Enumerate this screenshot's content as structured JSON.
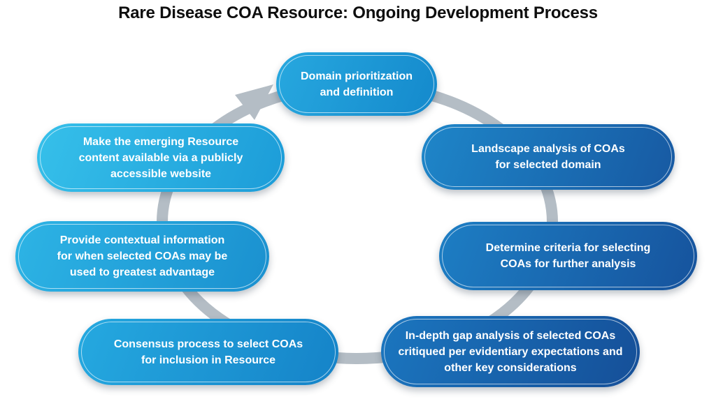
{
  "title": "Rare Disease COA Resource: Ongoing Development Process",
  "diagram": {
    "type": "cycle",
    "direction": "clockwise",
    "arrow_color": "#b4bdc5",
    "text_color": "#ffffff",
    "steps": [
      {
        "name": "domain-prioritization",
        "lines": [
          "Domain prioritization",
          "and definition"
        ],
        "gradient": [
          "#27a8df",
          "#1489cc"
        ]
      },
      {
        "name": "landscape-analysis",
        "lines": [
          "Landscape analysis of COAs",
          "for selected domain"
        ],
        "gradient": [
          "#1e86c9",
          "#1759a2"
        ]
      },
      {
        "name": "determine-criteria",
        "lines": [
          "Determine criteria for selecting",
          "COAs for further analysis"
        ],
        "gradient": [
          "#1d7ec4",
          "#16539d"
        ]
      },
      {
        "name": "gap-analysis",
        "lines": [
          "In-depth gap analysis of selected COAs",
          "critiqued per evidentiary expectations and",
          "other key considerations"
        ],
        "gradient": [
          "#1b76bf",
          "#154f98"
        ]
      },
      {
        "name": "consensus-process",
        "lines": [
          "Consensus process to select COAs",
          "for inclusion in Resource"
        ],
        "gradient": [
          "#25a9e0",
          "#1583c8"
        ]
      },
      {
        "name": "contextual-information",
        "lines": [
          "Provide contextual information",
          "for when selected COAs may be",
          "used to greatest advantage"
        ],
        "gradient": [
          "#2db4e5",
          "#1a90cf"
        ]
      },
      {
        "name": "publish-website",
        "lines": [
          "Make the emerging Resource",
          "content available via a publicly",
          "accessible website"
        ],
        "gradient": [
          "#36c0ea",
          "#1c9cd8"
        ]
      }
    ]
  }
}
